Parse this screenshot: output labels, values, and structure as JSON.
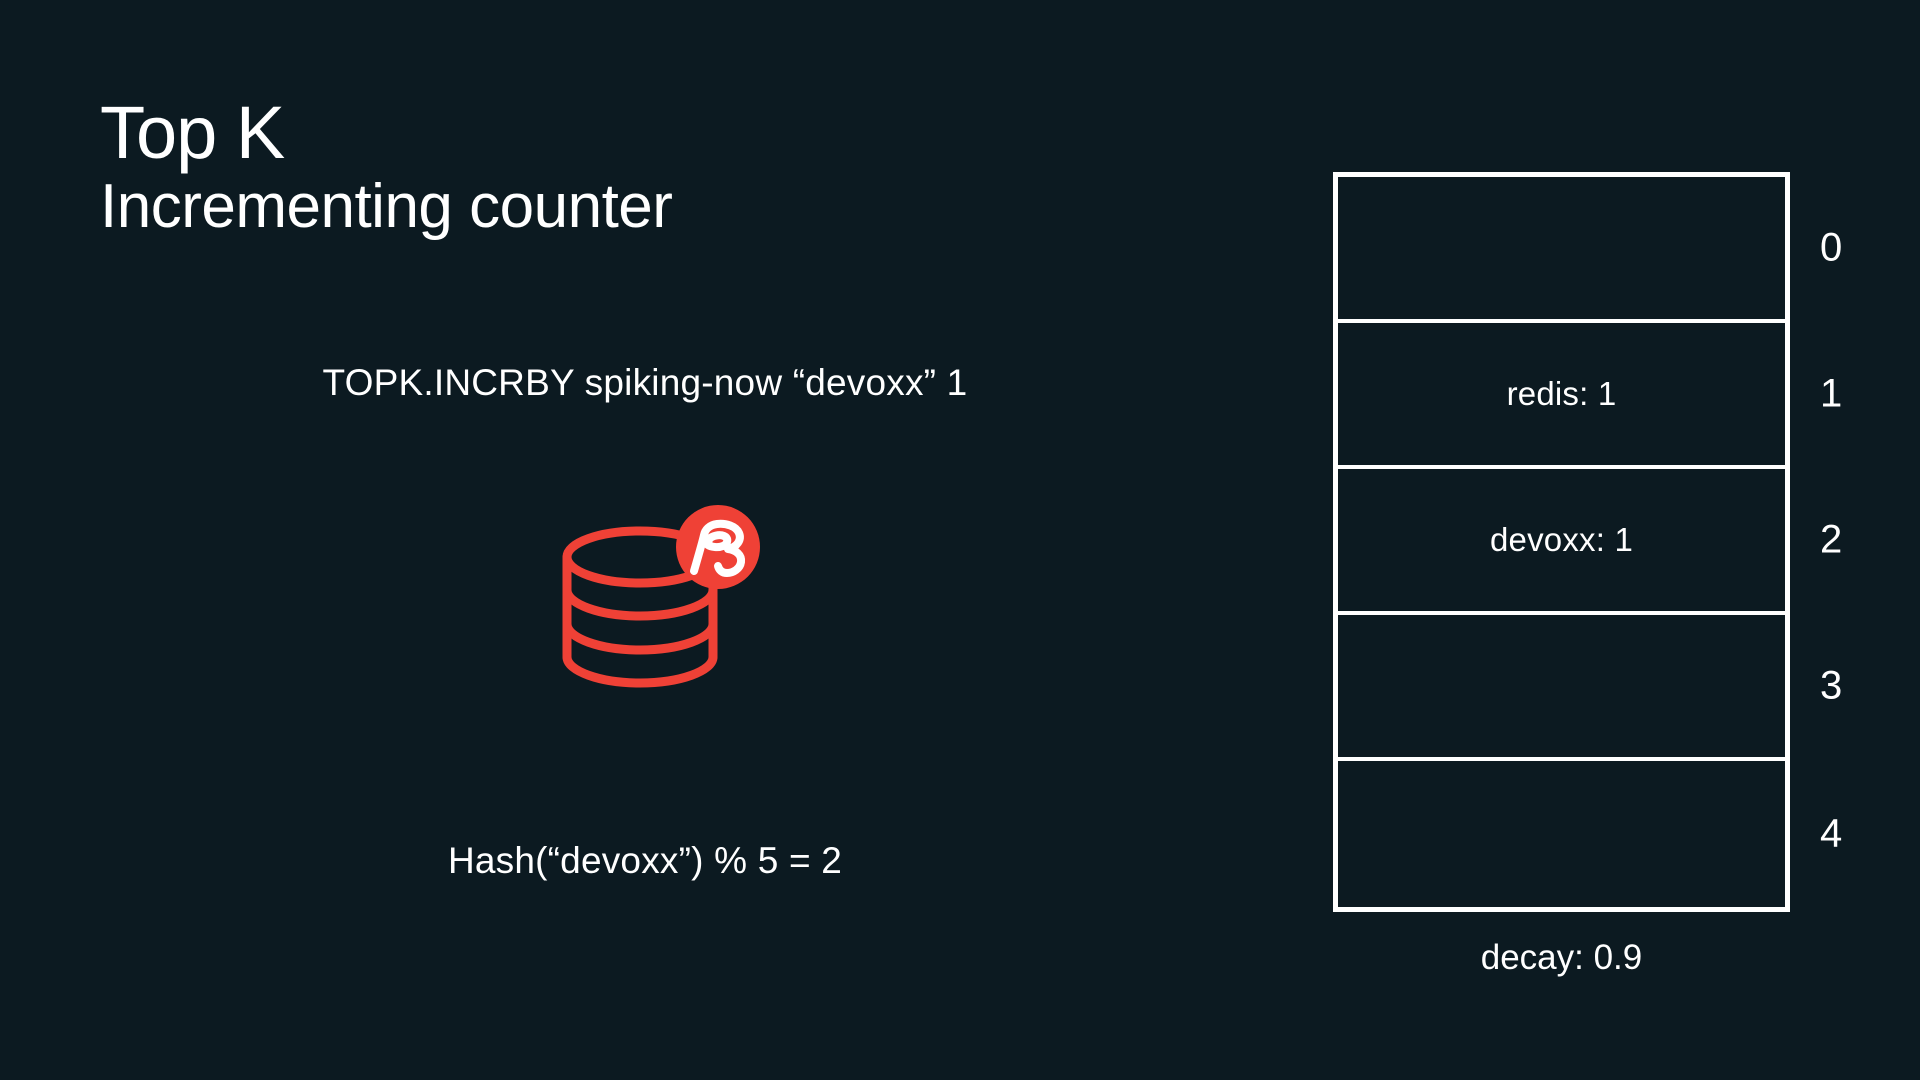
{
  "slide": {
    "background_color": "#0c1a21",
    "text_color": "#ffffff",
    "accent_color": "#ef4136"
  },
  "heading": {
    "title": "Top K",
    "subtitle": "Incrementing counter"
  },
  "command": {
    "text": "TOPK.INCRBY spiking-now “devoxx” 1"
  },
  "hash": {
    "text": "Hash(“devoxx”) % 5 = 2"
  },
  "icon": {
    "name": "redis-database-icon",
    "badge_name": "redis-logo-badge",
    "color": "#ef4136"
  },
  "table": {
    "rows": [
      {
        "index": "0",
        "value": ""
      },
      {
        "index": "1",
        "value": "redis: 1"
      },
      {
        "index": "2",
        "value": "devoxx: 1"
      },
      {
        "index": "3",
        "value": ""
      },
      {
        "index": "4",
        "value": ""
      }
    ],
    "caption": "decay: 0.9"
  }
}
